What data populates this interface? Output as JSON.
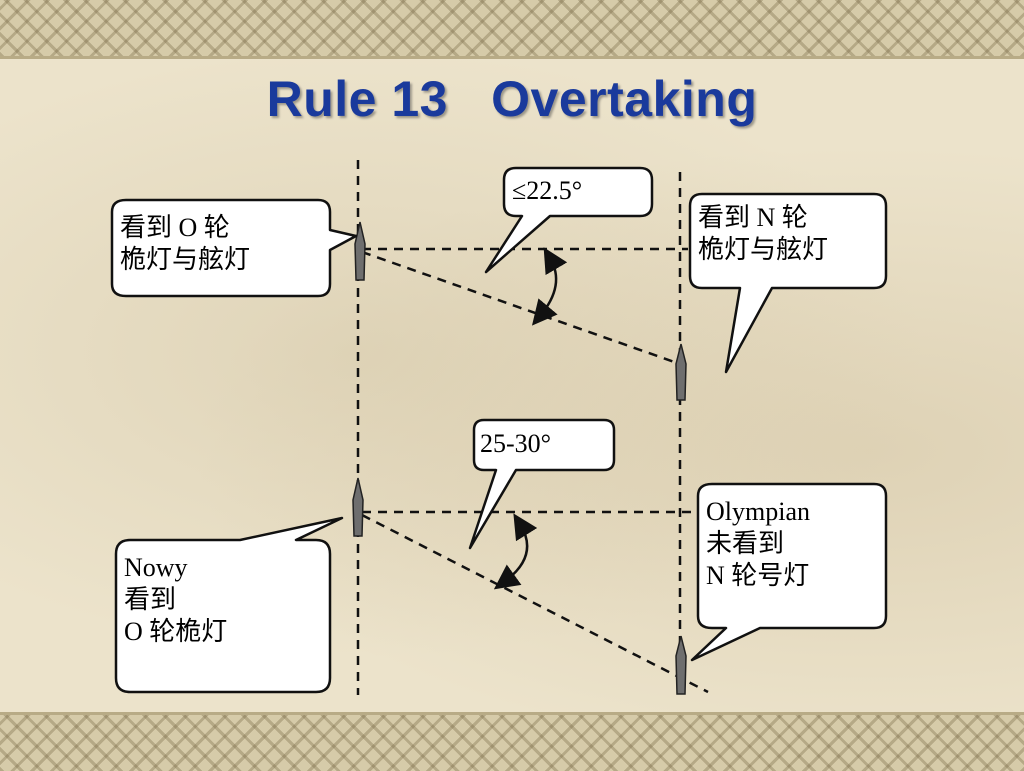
{
  "slide": {
    "title": "Rule 13   Overtaking"
  },
  "diagram": {
    "top_scenario": {
      "angle_label": "≤22.5°",
      "left_callout": [
        "看到 O 轮",
        "桅灯与舷灯"
      ],
      "right_callout": [
        "看到 N 轮",
        "桅灯与舷灯"
      ]
    },
    "bottom_scenario": {
      "angle_label": "25-30°",
      "left_callout": [
        "Nowy",
        "看到",
        "O 轮桅灯"
      ],
      "right_callout": [
        "Olympian",
        "未看到",
        "N 轮号灯"
      ]
    }
  },
  "colors": {
    "title": "#1a3a9c",
    "ship": "#6e6e6e",
    "line": "#111111",
    "bubble_fill": "#ffffff"
  }
}
